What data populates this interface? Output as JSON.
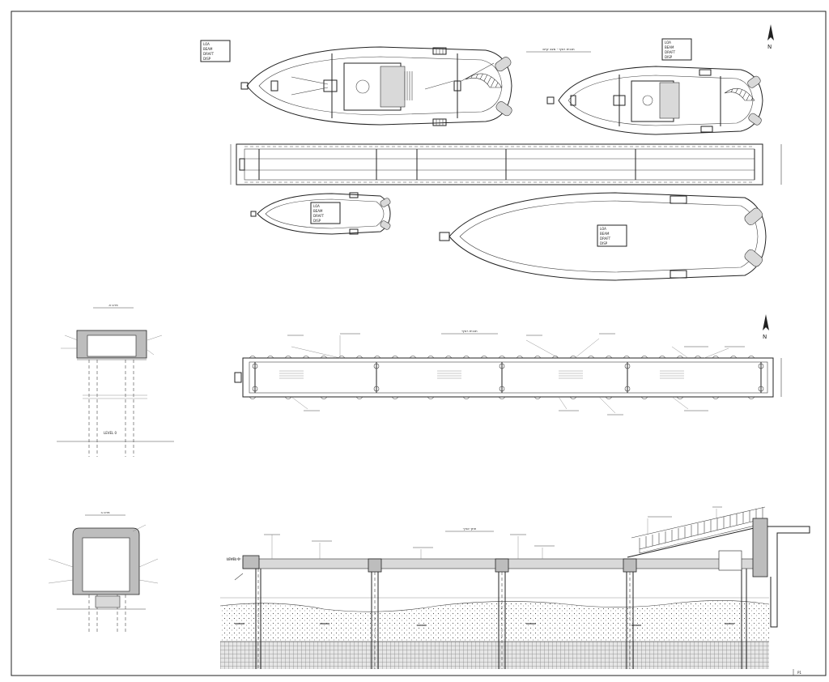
{
  "north_label": "N",
  "plan_title": "תכנית רציף - מצב קיים",
  "plan2_title": "תכנית רציף",
  "section_title": "חתך אורך",
  "detail_a_title": "פרט א",
  "detail_b_title": "פרט ב",
  "boat_table": {
    "lines": [
      "LOA",
      "BEAM",
      "DRAFT",
      "DISP"
    ]
  },
  "corner_label": "LEVEL 0"
}
